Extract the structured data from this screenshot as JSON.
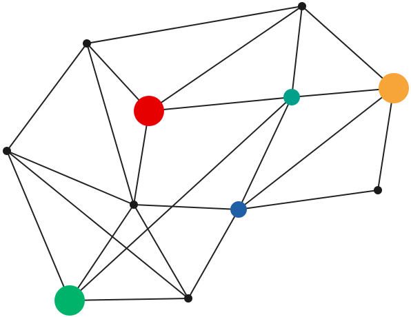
{
  "graph": {
    "edge_color": "#222222",
    "nodes": [
      {
        "id": "n_top",
        "kind": "small",
        "color": "#1a1a1a"
      },
      {
        "id": "n_upper_left",
        "kind": "small",
        "color": "#1a1a1a"
      },
      {
        "id": "n_red",
        "kind": "large",
        "color": "#e60000"
      },
      {
        "id": "n_teal",
        "kind": "medium",
        "color": "#00a08a"
      },
      {
        "id": "n_orange",
        "kind": "large",
        "color": "#f7a538"
      },
      {
        "id": "n_left",
        "kind": "small",
        "color": "#1a1a1a"
      },
      {
        "id": "n_center",
        "kind": "small",
        "color": "#1a1a1a"
      },
      {
        "id": "n_blue",
        "kind": "medium",
        "color": "#1f5fa6"
      },
      {
        "id": "n_right",
        "kind": "small",
        "color": "#1a1a1a"
      },
      {
        "id": "n_green",
        "kind": "large",
        "color": "#00b36b"
      },
      {
        "id": "n_bottom",
        "kind": "small",
        "color": "#1a1a1a"
      }
    ],
    "edges": [
      [
        "n_upper_left",
        "n_top"
      ],
      [
        "n_upper_left",
        "n_red"
      ],
      [
        "n_upper_left",
        "n_left"
      ],
      [
        "n_upper_left",
        "n_center"
      ],
      [
        "n_top",
        "n_red"
      ],
      [
        "n_top",
        "n_teal"
      ],
      [
        "n_top",
        "n_orange"
      ],
      [
        "n_red",
        "n_teal"
      ],
      [
        "n_red",
        "n_center"
      ],
      [
        "n_teal",
        "n_orange"
      ],
      [
        "n_teal",
        "n_blue"
      ],
      [
        "n_teal",
        "n_green"
      ],
      [
        "n_orange",
        "n_blue"
      ],
      [
        "n_orange",
        "n_right"
      ],
      [
        "n_right",
        "n_blue"
      ],
      [
        "n_left",
        "n_center"
      ],
      [
        "n_left",
        "n_green"
      ],
      [
        "n_left",
        "n_bottom"
      ],
      [
        "n_center",
        "n_blue"
      ],
      [
        "n_center",
        "n_green"
      ],
      [
        "n_center",
        "n_bottom"
      ],
      [
        "n_blue",
        "n_bottom"
      ],
      [
        "n_green",
        "n_bottom"
      ]
    ]
  }
}
